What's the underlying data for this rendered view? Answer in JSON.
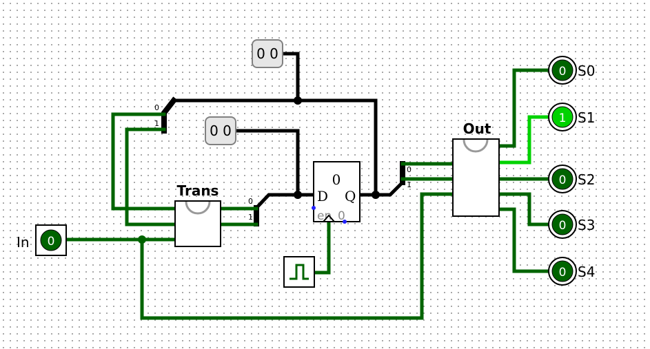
{
  "input_pin": {
    "label": "In",
    "value": "0"
  },
  "constant_top": {
    "value": "0 0"
  },
  "constant_mid": {
    "value": "0 0"
  },
  "trans_block": {
    "label": "Trans"
  },
  "out_block": {
    "label": "Out"
  },
  "register": {
    "d": "D",
    "q": "Q",
    "en": "en",
    "en_value": "0",
    "value": "0"
  },
  "splitter_left": {
    "bit0": "0",
    "bit1": "1"
  },
  "splitter_trans": {
    "bit0": "0",
    "bit1": "1"
  },
  "splitter_reg": {
    "bit0": "0",
    "bit1": "1"
  },
  "outputs": [
    {
      "label": "S0",
      "value": "0",
      "active": false
    },
    {
      "label": "S1",
      "value": "1",
      "active": true
    },
    {
      "label": "S2",
      "value": "0",
      "active": false
    },
    {
      "label": "S3",
      "value": "0",
      "active": false
    },
    {
      "label": "S4",
      "value": "0",
      "active": false
    }
  ],
  "colors": {
    "wire_low": "#006400",
    "wire_high": "#00d200",
    "bus": "#000000",
    "pin_fill_low": "#006400",
    "pin_fill_high": "#00d200"
  }
}
